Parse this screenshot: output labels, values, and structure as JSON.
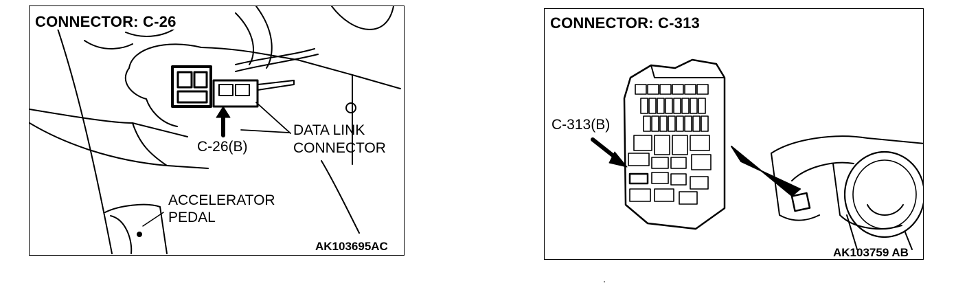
{
  "panels": [
    {
      "title": "CONNECTOR: C-26",
      "labels": {
        "connector_callout": "C-26(B)",
        "data_link_line1": "DATA  LINK",
        "data_link_line2": "CONNECTOR",
        "pedal_line1": "ACCELERATOR",
        "pedal_line2": "PEDAL"
      },
      "code": "AK103695AC"
    },
    {
      "title": "CONNECTOR: C-313",
      "labels": {
        "connector_callout": "C-313(B)"
      },
      "code": "AK103759 AB"
    }
  ]
}
